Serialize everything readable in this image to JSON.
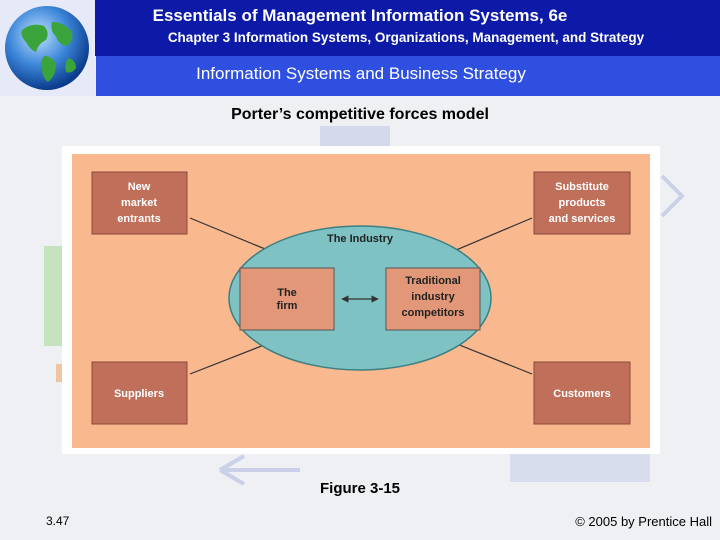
{
  "header": {
    "title": "Essentials of Management Information Systems, 6e",
    "subtitle": "Chapter 3 Information Systems, Organizations, Management, and Strategy",
    "section": "Information Systems and Business Strategy"
  },
  "slide": {
    "caption": "Porter’s competitive forces model",
    "figure_label": "Figure 3-15",
    "number": "3.47",
    "copyright": "© 2005 by Prentice Hall"
  },
  "diagram": {
    "industry_label": "The Industry",
    "firm": [
      "The",
      "firm"
    ],
    "competitors": [
      "Traditional",
      "industry",
      "competitors"
    ],
    "new_entrants": [
      "New",
      "market",
      "entrants"
    ],
    "substitutes": [
      "Substitute",
      "products",
      "and services"
    ],
    "suppliers": [
      "Suppliers"
    ],
    "customers": [
      "Customers"
    ],
    "colors": {
      "background": "#f9b88e",
      "force_box": "#c0705a",
      "inner_box": "#e29878",
      "industry_oval": "#7ec2c4"
    }
  }
}
